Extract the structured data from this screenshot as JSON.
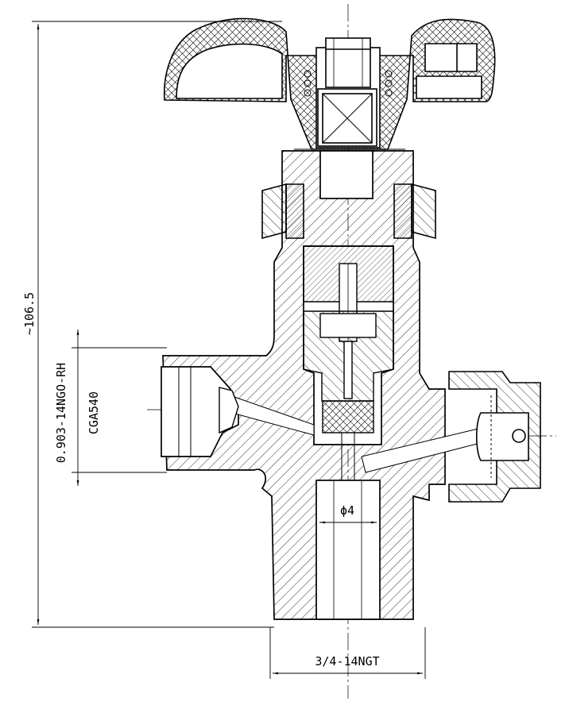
{
  "drawing": {
    "dimensions": {
      "overall_height": "~106.5",
      "side_port_thread": "0.903-14NGO-RH",
      "side_port_standard": "CGA540",
      "bore_diameter": "ϕ4",
      "inlet_thread": "3/4-14NGT"
    },
    "colors": {
      "line": "#000000",
      "background": "#ffffff"
    }
  }
}
